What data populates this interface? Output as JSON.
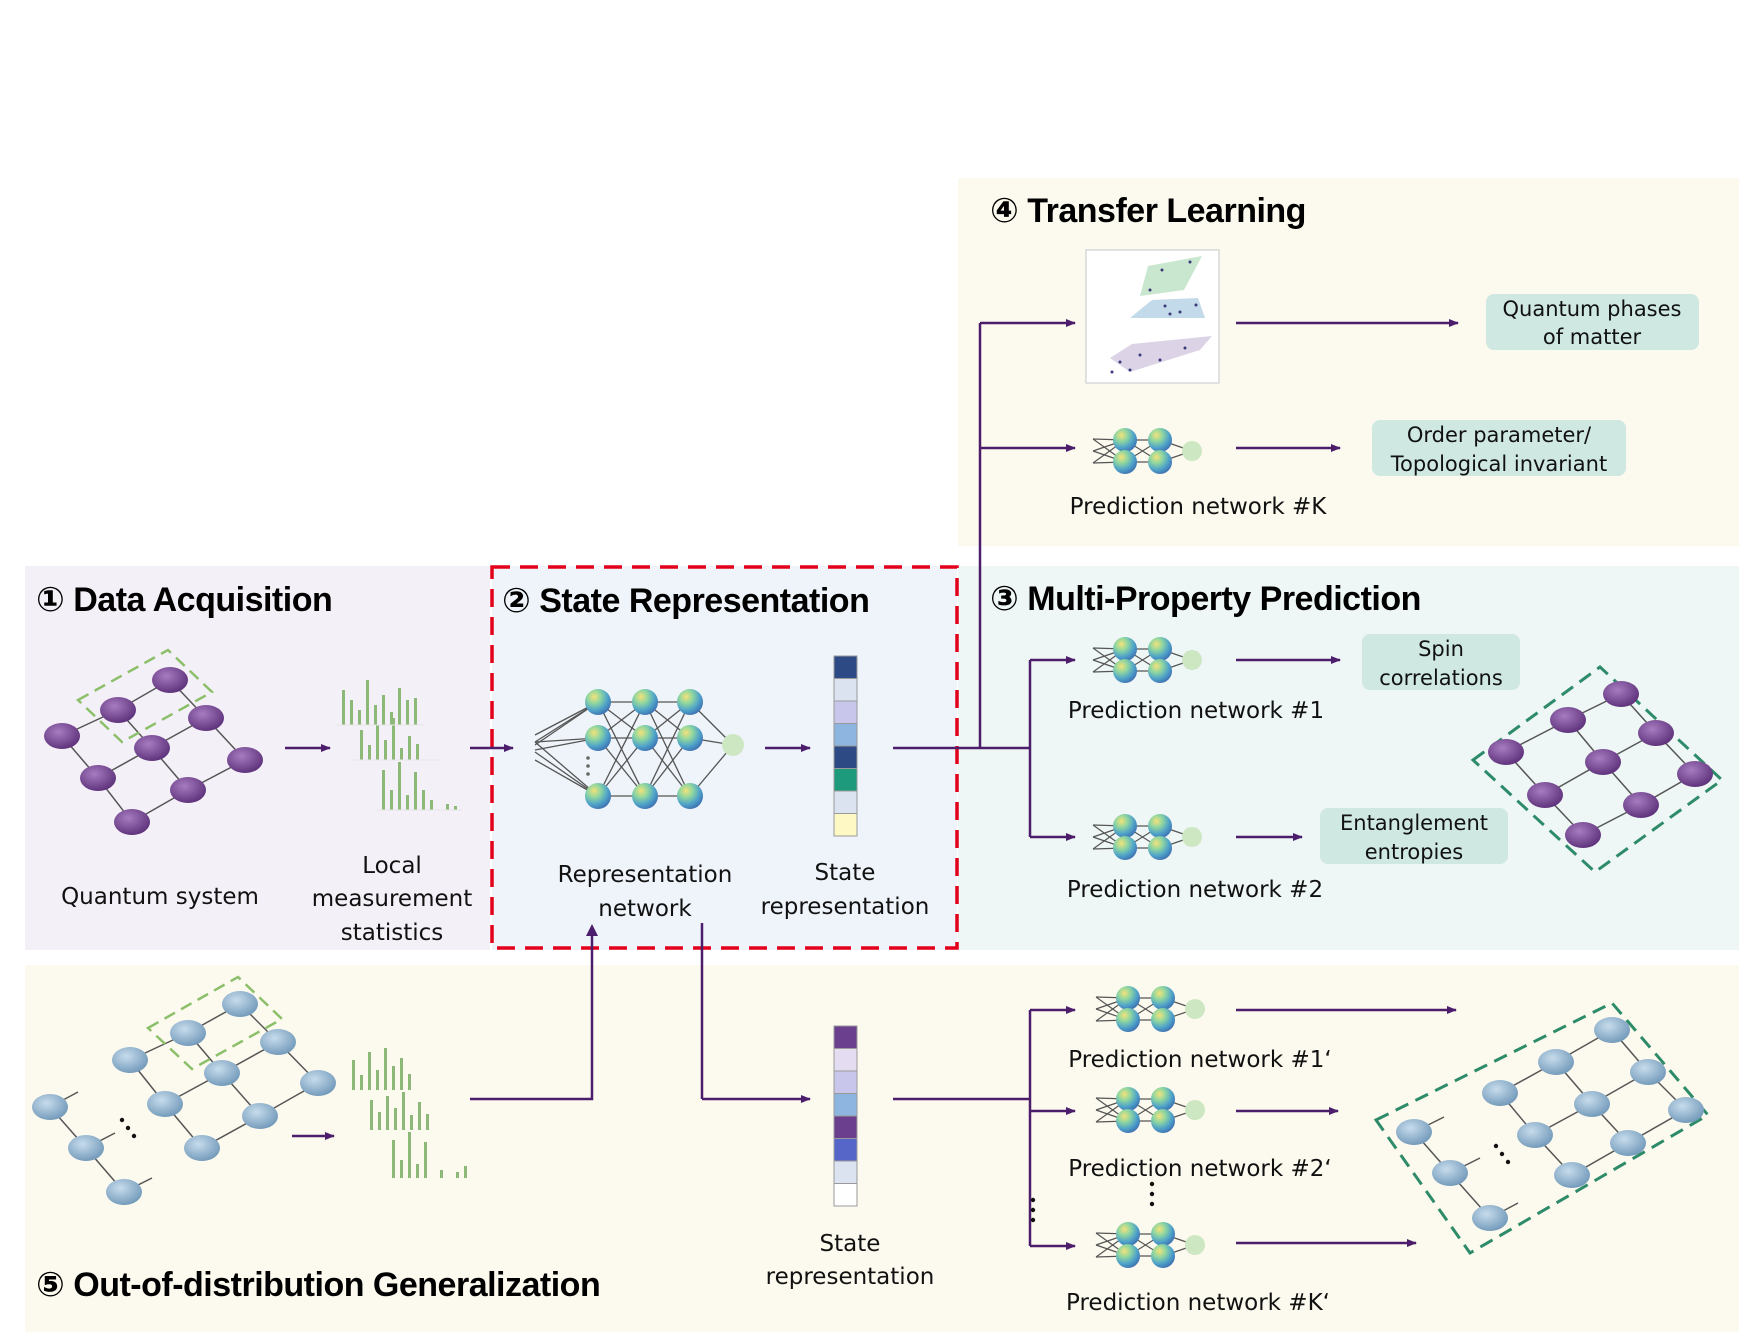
{
  "sections": {
    "data_acquisition": {
      "number": "①",
      "title": "Data Acquisition"
    },
    "state_representation": {
      "number": "②",
      "title": "State Representation"
    },
    "multi_property": {
      "number": "③",
      "title": "Multi-Property Prediction"
    },
    "transfer_learning": {
      "number": "④",
      "title": "Transfer Learning"
    },
    "ood": {
      "number": "⑤",
      "title": "Out-of-distribution Generalization"
    }
  },
  "labels": {
    "quantum_system": "Quantum system",
    "local_meas_1": "Local",
    "local_meas_2": "measurement",
    "local_meas_3": "statistics",
    "repr_net_1": "Representation",
    "repr_net_2": "network",
    "state_repr_1": "State",
    "state_repr_2": "representation",
    "ood_state_1": "State",
    "ood_state_2": "representation",
    "pred_k": "Prediction network #K",
    "pred_1": "Prediction network #1",
    "pred_2": "Prediction network #2",
    "pred_1p": "Prediction network #1‘",
    "pred_2p": "Prediction network #2‘",
    "pred_kp": "Prediction network #K‘"
  },
  "outputs": {
    "quantum_phases_1": "Quantum phases",
    "quantum_phases_2": "of matter",
    "order_param_1": "Order parameter/",
    "order_param_2": "Topological invariant",
    "spin_1": "Spin",
    "spin_2": "correlations",
    "entangle_1": "Entanglement",
    "entangle_2": "entropies"
  },
  "colors": {
    "arrow": "#4b1d6b",
    "panel_data": "#f4f0f8",
    "panel_state": "#eef4fa",
    "panel_multi": "#eef7f5",
    "panel_yellow": "#fcfaee",
    "output_box": "#cfe8e2",
    "red_dash": "#e3001b",
    "green_dash": "#2e8b6a",
    "purple_node": "#7c4d96",
    "blue_node": "#8fb4d0"
  },
  "state_vector_colors": [
    "#2e4a85",
    "#dbe2f0",
    "#c9c6ec",
    "#8db5e0",
    "#2e4a85",
    "#1d9a7c",
    "#dbe2f0",
    "#fdf8c4"
  ],
  "ood_vector_colors": [
    "#6b3f8e",
    "#e4ddf2",
    "#c9c6ec",
    "#8db5e0",
    "#6b3f8e",
    "#5566c8",
    "#dbe2f0",
    "#ffffff"
  ]
}
